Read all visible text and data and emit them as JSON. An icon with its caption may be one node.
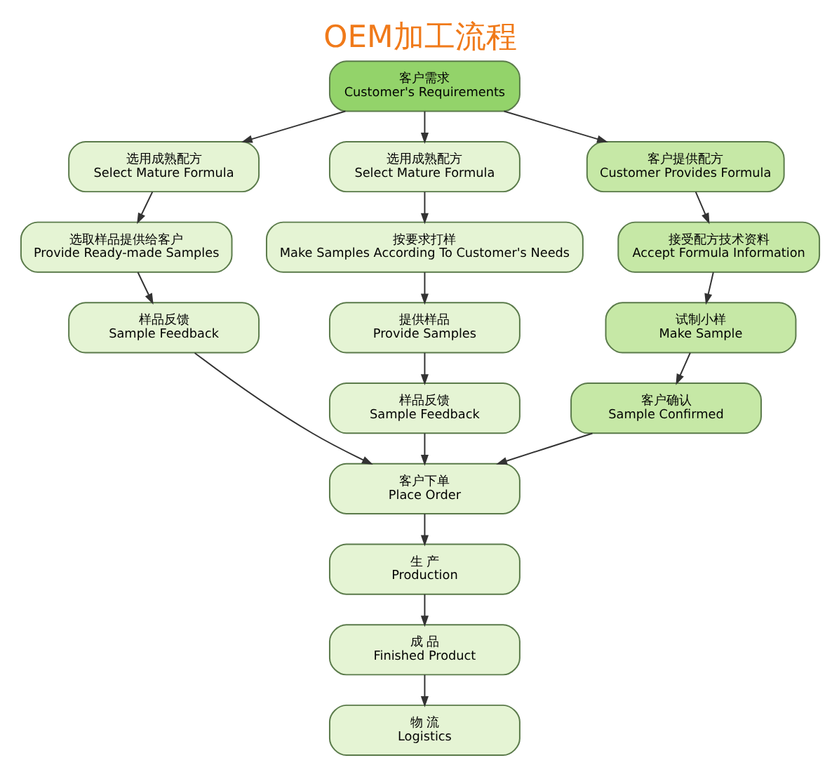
{
  "diagram": {
    "title": "OEM加工流程",
    "nodes": [
      {
        "text": [
          "客户需求",
          "Customer's Requirements"
        ]
      },
      {
        "text": [
          "选用成熟配方",
          "Select Mature Formula"
        ]
      },
      {
        "text": [
          "选用成熟配方",
          "Select Mature Formula"
        ]
      },
      {
        "text": [
          "客户提供配方",
          "Customer Provides Formula"
        ]
      },
      {
        "text": [
          "选取样品提供给客户",
          "Provide Ready-made Samples"
        ]
      },
      {
        "text": [
          "按要求打样",
          "Make Samples According To Customer's Needs"
        ]
      },
      {
        "text": [
          "接受配方技术资料",
          "Accept Formula Information"
        ]
      },
      {
        "text": [
          "样品反馈",
          "Sample Feedback"
        ]
      },
      {
        "text": [
          "提供样品",
          "Provide Samples"
        ]
      },
      {
        "text": [
          "试制小样",
          "Make Sample"
        ]
      },
      {
        "text": [
          "样品反馈",
          "Sample Feedback"
        ]
      },
      {
        "text": [
          "客户确认",
          "Sample Confirmed"
        ]
      },
      {
        "text": [
          "客户下单",
          "Place Order"
        ]
      },
      {
        "text": [
          "生 产",
          "Production"
        ]
      },
      {
        "text": [
          "成 品",
          "Finished Product"
        ]
      },
      {
        "text": [
          "物 流",
          "Logistics"
        ]
      }
    ],
    "edges": [
      {
        "from": 0,
        "to": 1,
        "arrow": "to"
      },
      {
        "from": 0,
        "to": 2,
        "arrow": "to"
      },
      {
        "from": 0,
        "to": 3,
        "arrow": "to"
      },
      {
        "from": 1,
        "to": 4,
        "arrow": "to"
      },
      {
        "from": 2,
        "to": 5,
        "arrow": "to"
      },
      {
        "from": 3,
        "to": 6,
        "arrow": "to"
      },
      {
        "from": 4,
        "to": 7,
        "arrow": "to"
      },
      {
        "from": 5,
        "to": 8,
        "arrow": "to"
      },
      {
        "from": 6,
        "to": 9,
        "arrow": "to"
      },
      {
        "from": 8,
        "to": 10,
        "arrow": "to"
      },
      {
        "from": 9,
        "to": 11,
        "arrow": "to"
      },
      {
        "from": 7,
        "to": 12,
        "arrow": "to"
      },
      {
        "from": 10,
        "to": 12,
        "arrow": "to"
      },
      {
        "from": 11,
        "to": 12,
        "arrow": "to"
      },
      {
        "from": 12,
        "to": 13,
        "arrow": "to"
      },
      {
        "from": 13,
        "to": 14,
        "arrow": "to"
      },
      {
        "from": 14,
        "to": 15,
        "arrow": "to"
      }
    ]
  }
}
